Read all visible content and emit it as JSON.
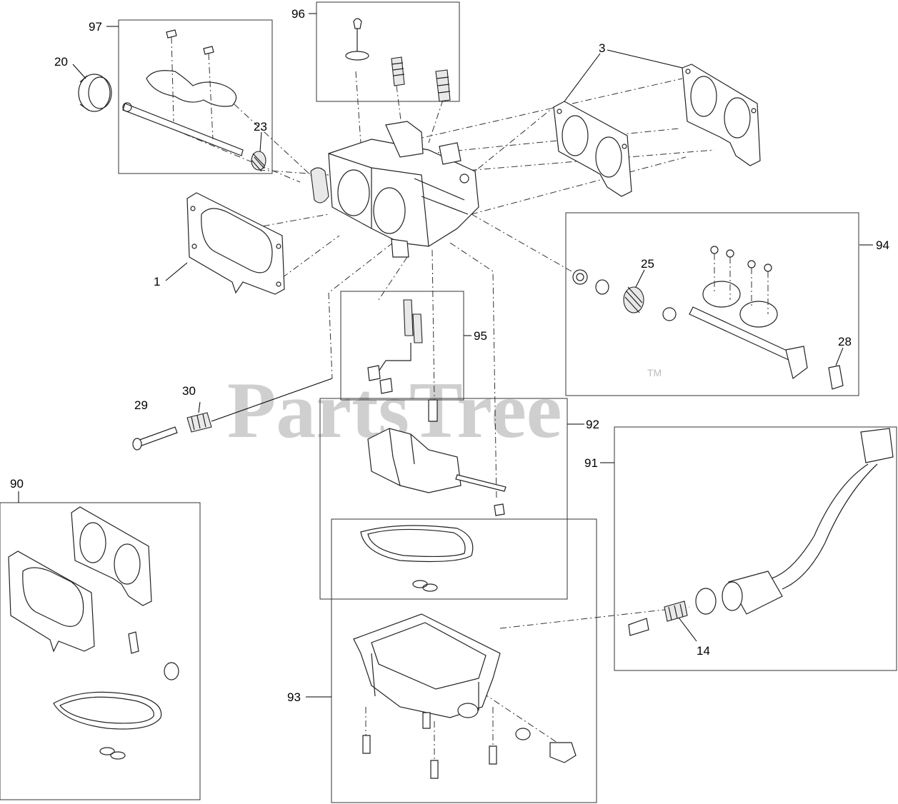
{
  "watermark": {
    "text": "PartsTree",
    "trademark": "TM"
  },
  "callouts": {
    "c1": "1",
    "c3": "3",
    "c14": "14",
    "c20": "20",
    "c23": "23",
    "c25": "25",
    "c28": "28",
    "c29": "29",
    "c30": "30",
    "c90": "90",
    "c91": "91",
    "c92": "92",
    "c93": "93",
    "c94": "94",
    "c95": "95",
    "c96": "96",
    "c97": "97"
  }
}
